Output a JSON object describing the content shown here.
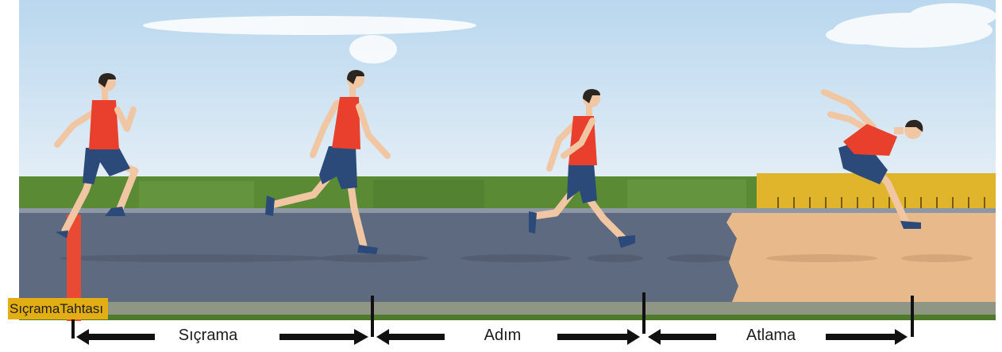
{
  "colors": {
    "sky": "#dcebf6",
    "grass": "#5b8a35",
    "track": "#5e6a80",
    "sand": "#e8b98a",
    "takeoff_board": "#e84a33",
    "athlete_shirt": "#e8402c",
    "athlete_shorts": "#2b4a7a",
    "label_background": "#e3ae14"
  },
  "board_label": "SıçramaTahtası",
  "phases": [
    {
      "label": "Sıçrama"
    },
    {
      "label": "Adım"
    },
    {
      "label": "Atlama"
    }
  ],
  "icons": [
    "arrow-left-icon",
    "arrow-right-icon",
    "divider-tick-icon"
  ]
}
